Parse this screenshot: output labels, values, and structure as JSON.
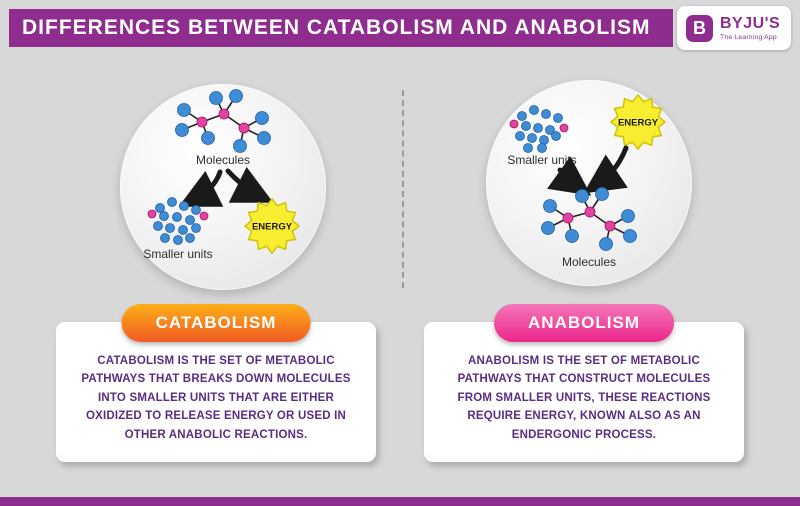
{
  "header": {
    "title": "DIFFERENCES BETWEEN CATABOLISM AND ANABOLISM"
  },
  "logo": {
    "b_letter": "B",
    "brand": "BYJU'S",
    "tagline": "The Learning App"
  },
  "diagram": {
    "left": {
      "top_label": "Molecules",
      "bottom_label": "Smaller units",
      "energy_label": "ENERGY"
    },
    "right": {
      "top_label": "Smaller units",
      "energy_label": "ENERGY",
      "bottom_label": "Molecules"
    }
  },
  "cards": {
    "catabolism": {
      "badge": "CATABOLISM",
      "description": "CATABOLISM IS THE SET OF METABOLIC PATHWAYS THAT BREAKS DOWN MOLECULES INTO SMALLER UNITS THAT ARE EITHER OXIDIZED TO RELEASE ENERGY OR USED IN OTHER ANABOLIC REACTIONS."
    },
    "anabolism": {
      "badge": "ANABOLISM",
      "description": "ANABOLISM IS THE SET OF METABOLIC PATHWAYS THAT CONSTRUCT MOLECULES FROM SMALLER UNITS, THESE REACTIONS REQUIRE ENERGY, KNOWN ALSO AS AN ENDERGONIC PROCESS."
    }
  },
  "colors": {
    "purple": "#8e2d8e",
    "bg": "#d8d8d8",
    "orange_light": "#fcaf17",
    "orange_dark": "#f15a24",
    "pink_light": "#f477b8",
    "pink_dark": "#ec268b",
    "energy_yellow": "#f9ed32",
    "dot_blue": "#3f8cd5",
    "dot_pink": "#e2439f",
    "card_text": "#5a2d82"
  }
}
